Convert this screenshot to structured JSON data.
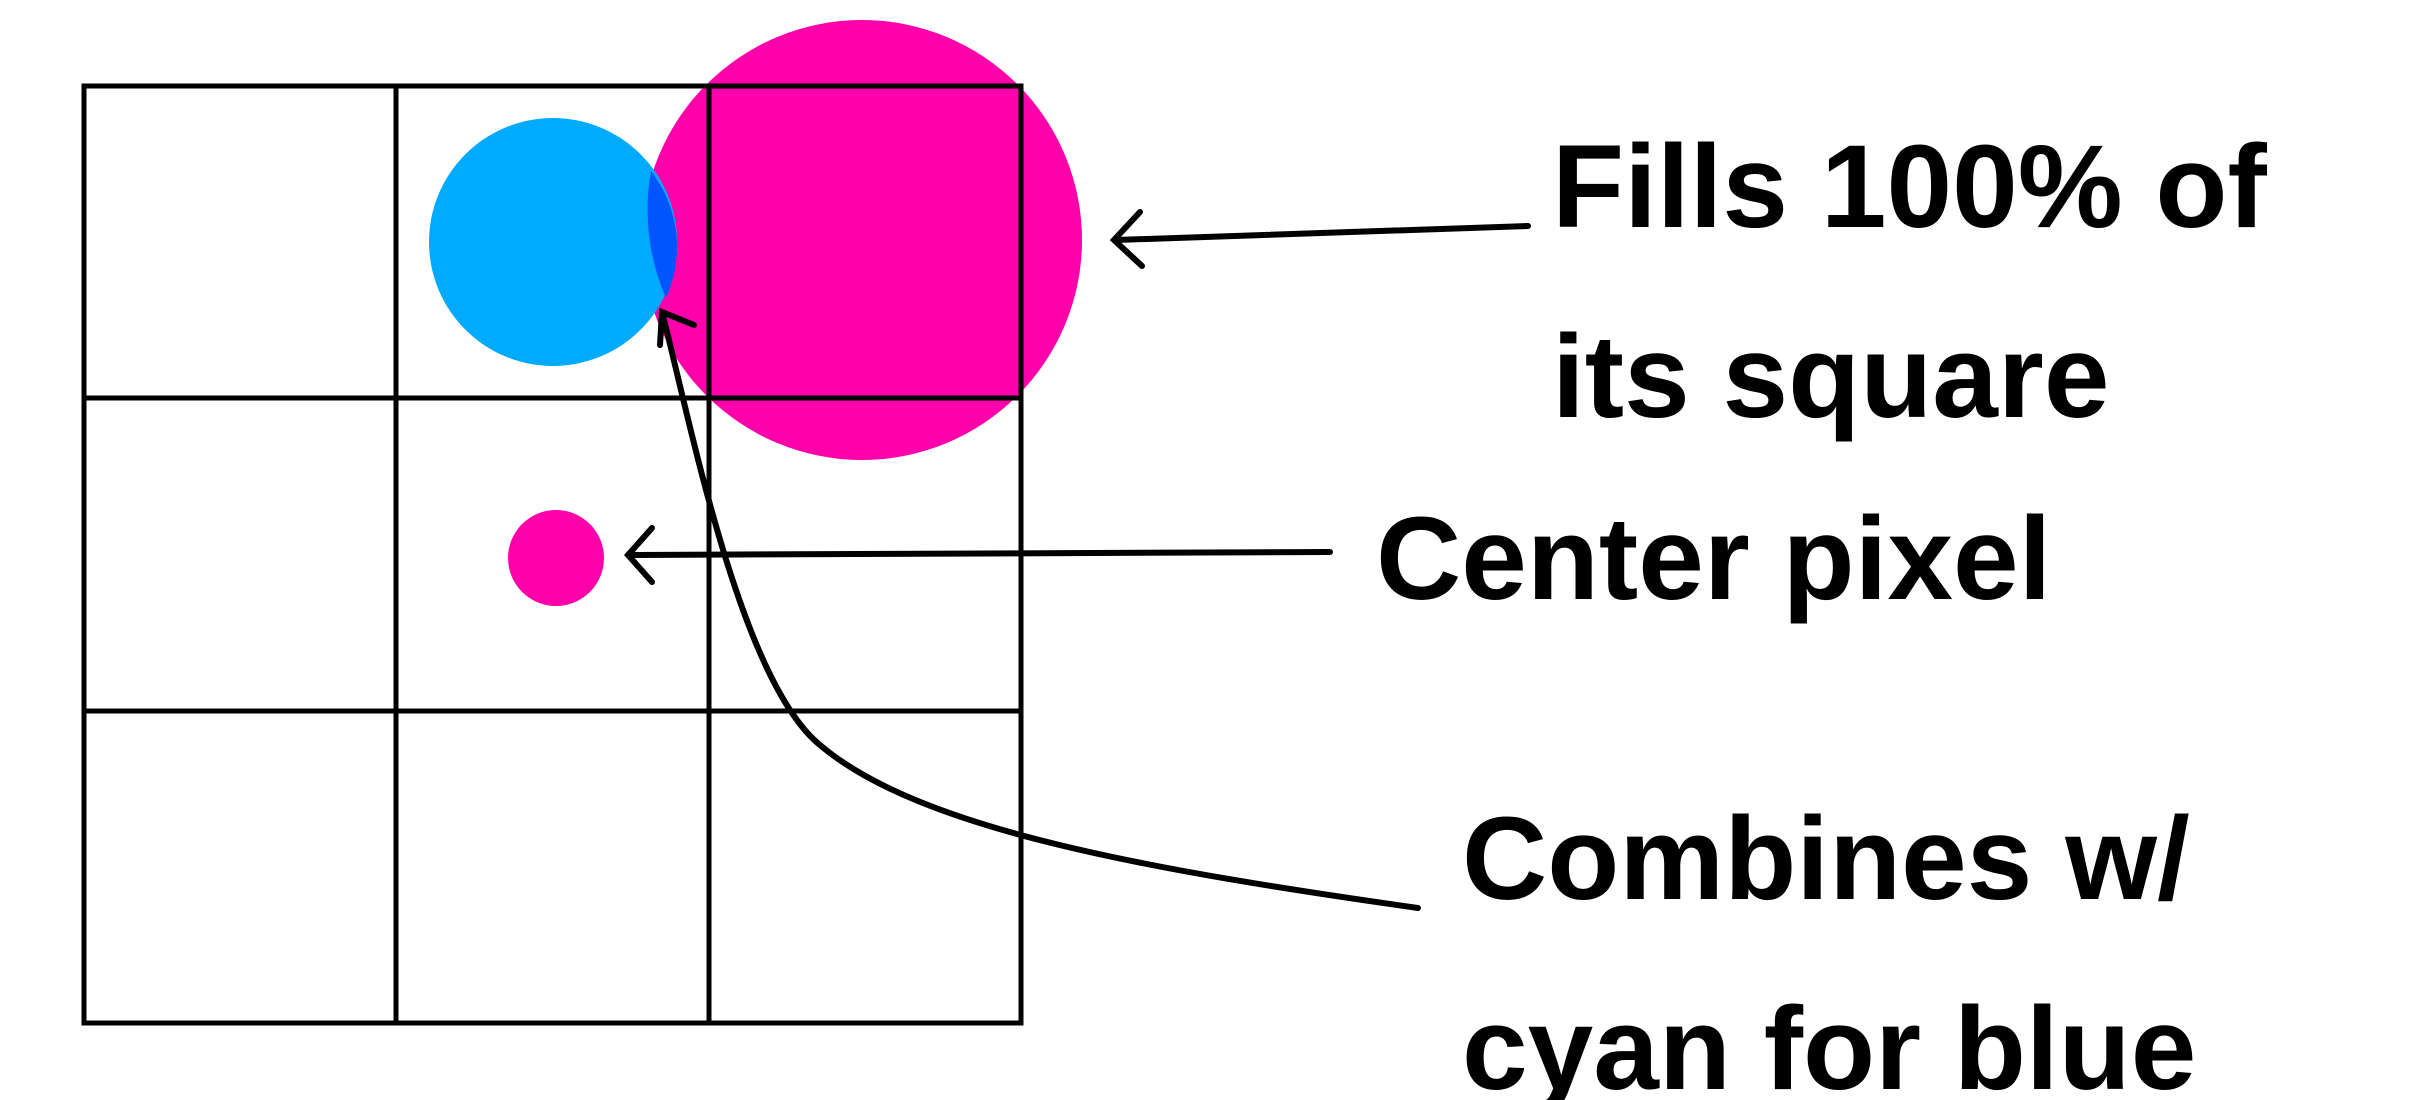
{
  "labels": {
    "fills": [
      "Fills 100% of",
      "its square"
    ],
    "center": "Center pixel",
    "combines": [
      "Combines w/",
      "cyan for blue"
    ]
  },
  "colors": {
    "magenta": "#ff00aa",
    "cyan": "#00aaff",
    "overlap_blue": "#0055ff",
    "grid": "#000000",
    "arrow": "#000000",
    "background": "#ffffff"
  },
  "grid": {
    "rows": 3,
    "cols": 3
  }
}
